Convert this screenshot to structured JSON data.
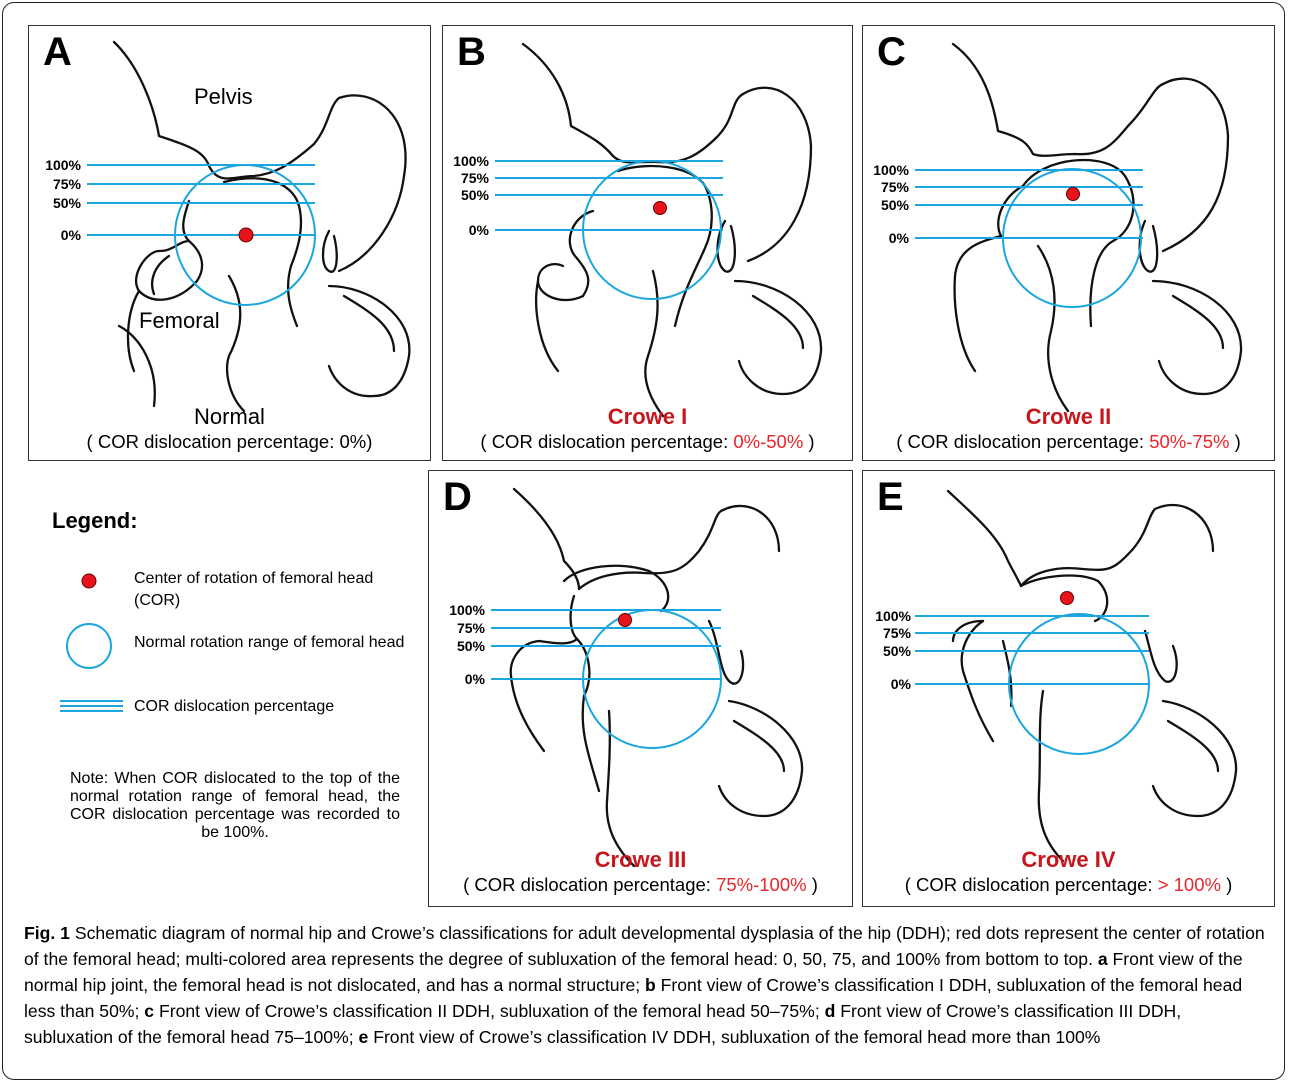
{
  "panels": [
    {
      "id": "A",
      "label": "A",
      "title": "Normal",
      "desc_prefix": "( COR dislocation percentage: ",
      "desc_value": "0%",
      "desc_suffix": ")",
      "title_red": false
    },
    {
      "id": "B",
      "label": "B",
      "title": "Crowe I",
      "desc_prefix": "( COR dislocation percentage: ",
      "desc_value": "0%-50%",
      "desc_suffix": " )",
      "title_red": true
    },
    {
      "id": "C",
      "label": "C",
      "title": "Crowe II",
      "desc_prefix": "( COR dislocation percentage: ",
      "desc_value": "50%-75%",
      "desc_suffix": " )",
      "title_red": true
    },
    {
      "id": "D",
      "label": "D",
      "title": "Crowe III",
      "desc_prefix": "( COR dislocation percentage: ",
      "desc_value": "75%-100%",
      "desc_suffix": " )",
      "title_red": true
    },
    {
      "id": "E",
      "label": "E",
      "title": "Crowe IV",
      "desc_prefix": "( COR dislocation percentage: ",
      "desc_value": "> 100%",
      "desc_suffix": " )",
      "title_red": true
    }
  ],
  "percent_labels": [
    "100%",
    "75%",
    "50%",
    "0%"
  ],
  "anatomy": {
    "pelvis": "Pelvis",
    "femoral": "Femoral"
  },
  "legend": {
    "title": "Legend:",
    "items": [
      {
        "icon": "red-dot",
        "text": "Center of rotation of femoral head (COR)"
      },
      {
        "icon": "blue-circle",
        "text": "Normal rotation range of femoral head"
      },
      {
        "icon": "triple-lines",
        "text": "COR dislocation percentage"
      }
    ],
    "note": "Note: When COR dislocated to the top of the normal rotation range of femoral head, the COR dislocation percentage was recorded to be 100%."
  },
  "caption": {
    "fig": "Fig. 1",
    "intro": " Schematic diagram of normal hip and Crowe’s classifications for adult developmental dysplasia of the hip (DDH); red dots represent the center of rotation of the femoral head; multi-colored area represents the degree of subluxation of the femoral head: 0, 50, 75, and 100% from bottom to top. ",
    "a_key": "a",
    "a_text": " Front view of the normal hip joint, the femoral head is not dislocated, and has a normal structure; ",
    "b_key": "b",
    "b_text": " Front view of Crowe’s classification I DDH, subluxation of the femoral head less than 50%; ",
    "c_key": "c",
    "c_text": " Front view of Crowe’s classification II DDH, subluxation of the femoral head 50–75%; ",
    "d_key": "d",
    "d_text": " Front view of Crowe’s classification III DDH, subluxation of the femoral head 75–100%; ",
    "e_key": "e",
    "e_text": " Front view of Crowe’s classification IV DDH, subluxation of the femoral head more than 100%"
  },
  "colors": {
    "line_blue": "#1ba6e0",
    "dot_red": "#e8141c",
    "title_red": "#c8161d"
  }
}
